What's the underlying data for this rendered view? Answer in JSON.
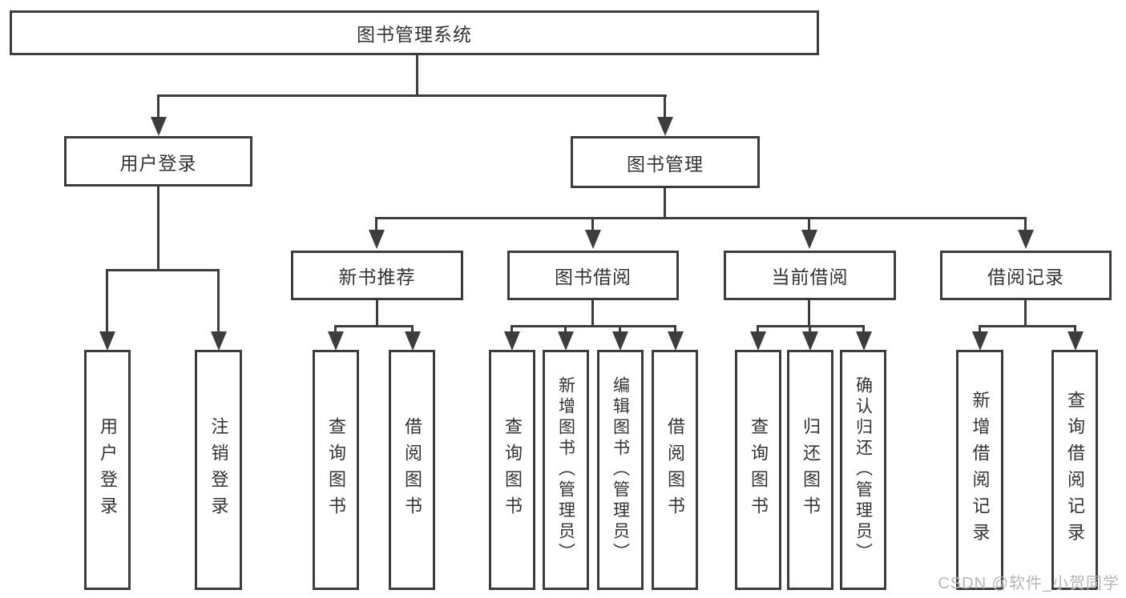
{
  "diagram": {
    "title": "图书管理系统",
    "level2": [
      {
        "label": "用户登录"
      },
      {
        "label": "图书管理"
      }
    ],
    "level3": [
      {
        "label": "新书推荐"
      },
      {
        "label": "图书借阅"
      },
      {
        "label": "当前借阅"
      },
      {
        "label": "借阅记录"
      }
    ],
    "level4": {
      "login": [
        "用户登录",
        "注销登录"
      ],
      "recommend": [
        "查询图书",
        "借阅图书"
      ],
      "borrow": [
        "查询图书",
        "新增图书（管理员）",
        "编辑图书（管理员）",
        "借阅图书"
      ],
      "current": [
        "查询图书",
        "归还图书",
        "确认归还（管理员）"
      ],
      "records": [
        "新增借阅记录",
        "查询借阅记录"
      ]
    },
    "colors": {
      "line": "#3d3d3d",
      "text": "#333333",
      "watermark": "#b6b6b6",
      "background": "#ffffff"
    }
  },
  "watermark": "CSDN @软件_小贺同学"
}
